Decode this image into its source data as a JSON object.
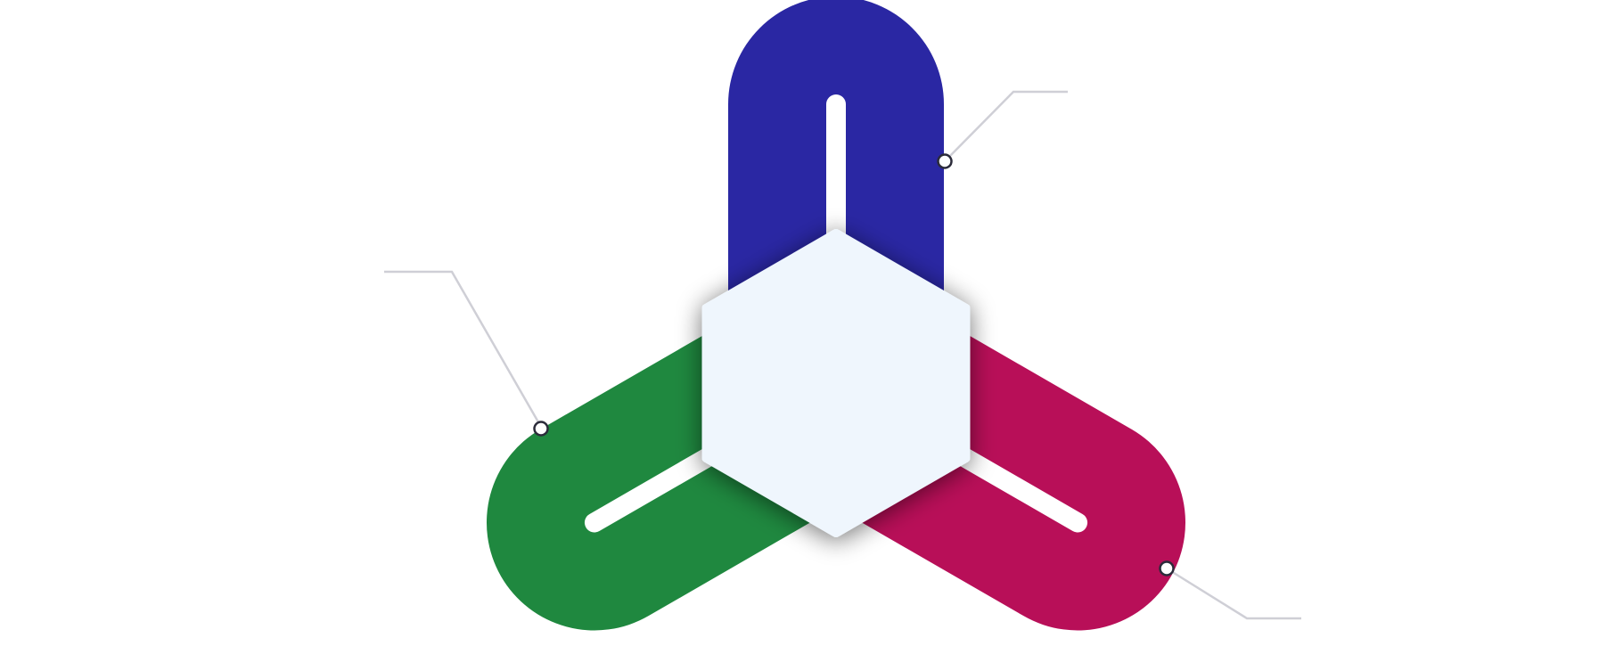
{
  "diagram": {
    "type": "three-arm-hexagon-infographic",
    "colors": {
      "arm_top": "#2a27a3",
      "arm_left": "#1f883f",
      "arm_right": "#b80f58",
      "hexagon_fill": "#eff6fd",
      "callout_line": "#cfcfd6",
      "marker_stroke": "#2b2b3a",
      "marker_fill": "#ffffff",
      "slot_fill": "#ffffff"
    },
    "arms": [
      {
        "id": "top",
        "color_key": "arm_top",
        "label": ""
      },
      {
        "id": "left",
        "color_key": "arm_left",
        "label": ""
      },
      {
        "id": "right",
        "color_key": "arm_right",
        "label": ""
      }
    ],
    "center": {
      "label": ""
    }
  }
}
